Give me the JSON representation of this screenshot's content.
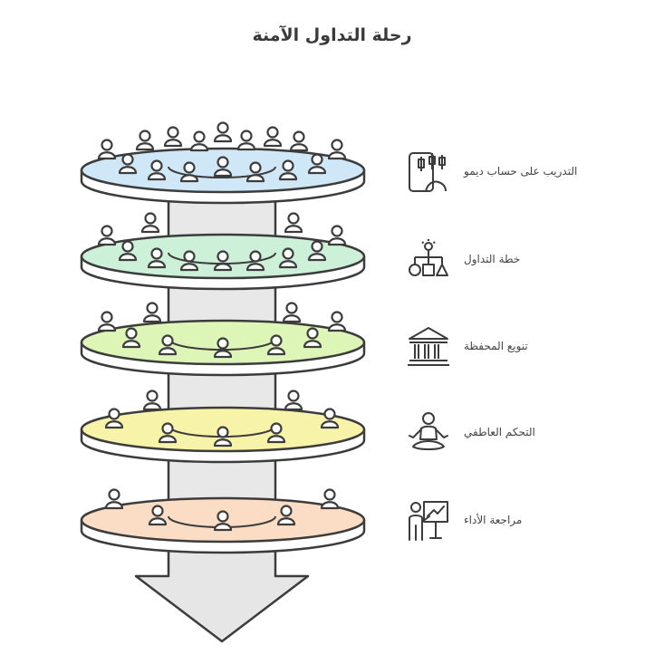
{
  "title": "رحلة التداول الآمنة",
  "tiers": [
    {
      "label": "التدريب على حساب ديمو",
      "color": "#cfe7f7",
      "icon": "candlestick-chart-icon"
    },
    {
      "label": "خطة التداول",
      "color": "#cdf0d8",
      "icon": "plan-flowchart-icon"
    },
    {
      "label": "تنويع المحفظة",
      "color": "#def5b8",
      "icon": "bank-building-icon"
    },
    {
      "label": "التحكم العاطفي",
      "color": "#f7f3a8",
      "icon": "meditation-person-icon"
    },
    {
      "label": "مراجعة الأداء",
      "color": "#fbdcc4",
      "icon": "presentation-board-icon"
    }
  ]
}
